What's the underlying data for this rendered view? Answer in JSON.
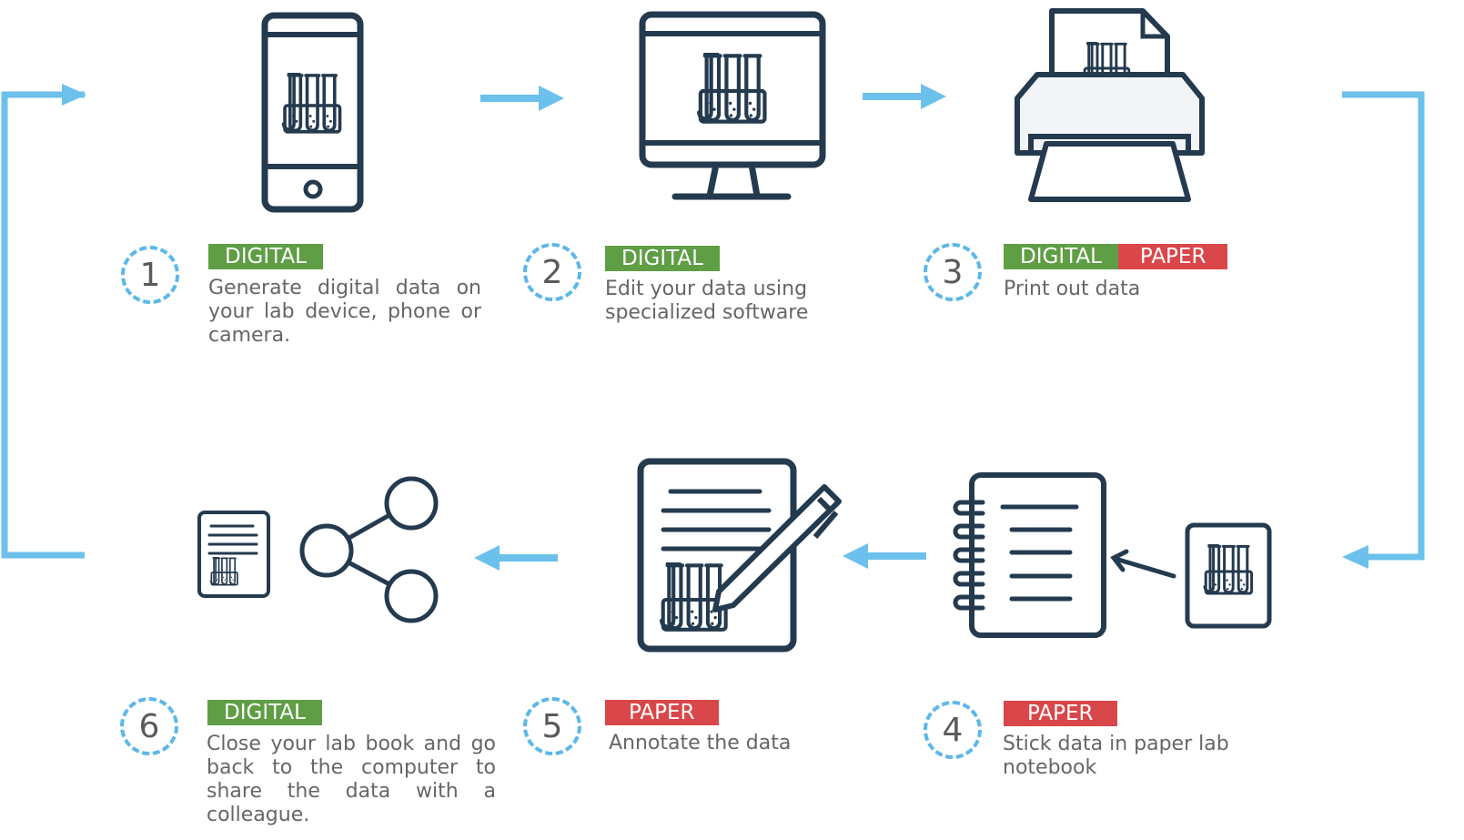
{
  "colors": {
    "accent_blue": "#5bb8e8",
    "arrow_blue": "#6cc0ec",
    "icon_navy": "#243a4f",
    "digital_green": "#5f9e44",
    "paper_red": "#d9474a",
    "text_gray": "#666666"
  },
  "steps": [
    {
      "number": "1",
      "icon": "smartphone-icon",
      "tags": [
        {
          "label": "DIGITAL",
          "color": "green"
        }
      ],
      "description": "Generate digital data on your lab device, phone or camera."
    },
    {
      "number": "2",
      "icon": "monitor-icon",
      "tags": [
        {
          "label": "DIGITAL",
          "color": "green"
        }
      ],
      "description": "Edit your data using specialized software"
    },
    {
      "number": "3",
      "icon": "printer-icon",
      "tags": [
        {
          "label": "DIGITAL",
          "color": "green"
        },
        {
          "label": "PAPER",
          "color": "red"
        }
      ],
      "description": "Print out data"
    },
    {
      "number": "4",
      "icon": "notebook-icon",
      "tags": [
        {
          "label": "PAPER",
          "color": "red"
        }
      ],
      "description": "Stick data in paper lab notebook"
    },
    {
      "number": "5",
      "icon": "annotate-pen-icon",
      "tags": [
        {
          "label": "PAPER",
          "color": "red"
        }
      ],
      "description": "Annotate the data"
    },
    {
      "number": "6",
      "icon": "share-icon",
      "tags": [
        {
          "label": "DIGITAL",
          "color": "green"
        }
      ],
      "description": "Close your lab book and go back to the computer to share the data with a colleague."
    }
  ]
}
